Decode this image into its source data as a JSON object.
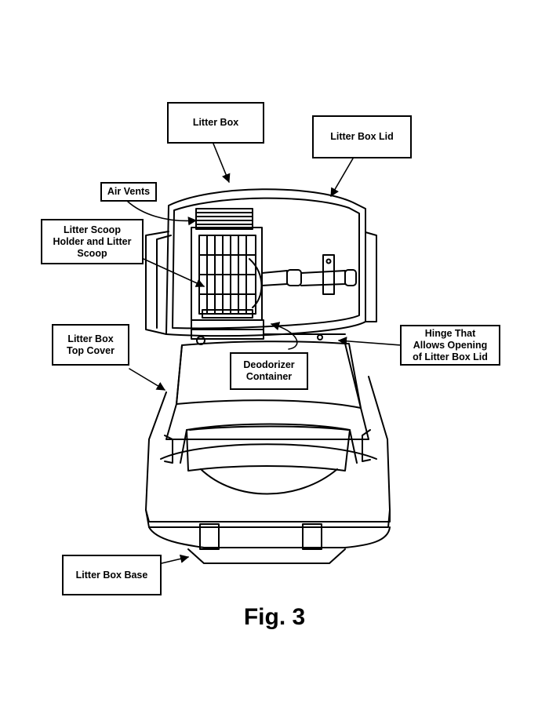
{
  "labels": {
    "litter_box": "Litter Box",
    "litter_box_lid": "Litter Box Lid",
    "air_vents": "Air Vents",
    "scoop_holder": "Litter Scoop\nHolder and Litter\nScoop",
    "top_cover": "Litter Box\nTop Cover",
    "hinge": "Hinge That\nAllows Opening\nof Litter Box Lid",
    "deodorizer": "Deodorizer\nContainer",
    "base": "Litter Box Base"
  },
  "figure": {
    "caption": "Fig. 3"
  },
  "colors": {
    "line": "#000000",
    "background": "#ffffff"
  }
}
